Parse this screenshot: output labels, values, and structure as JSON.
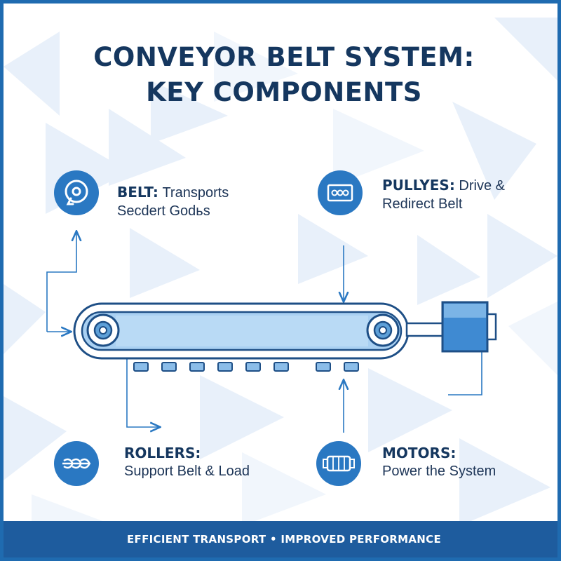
{
  "title": {
    "line1": "CONVEYOR BELT SYSTEM:",
    "line2": "KEY COMPONENTS"
  },
  "components": {
    "belt": {
      "name": "BELT:",
      "desc_line1": "Transports",
      "desc_line2": "Secdert Godьs",
      "icon": "belt-reel-icon"
    },
    "pulleys": {
      "name": "PULLYES:",
      "desc_line1": "Drive &",
      "desc_line2": "Redirect Belt",
      "icon": "pulley-panel-icon"
    },
    "rollers": {
      "name": "ROLLERS:",
      "desc_line1": "Support Belt & Load",
      "icon": "rollers-icon"
    },
    "motors": {
      "name": "MOTORS:",
      "desc_line1": "Power the System",
      "icon": "motor-icon"
    }
  },
  "footer": {
    "text": "EFFICIENT TRANSPORT • IMPROVED PERFORMANCE"
  },
  "colors": {
    "accent": "#2a78c2",
    "title": "#15375f",
    "footer_bg": "#1e5c9e",
    "belt_fill": "#a9d0f2",
    "background_triangles": "#e6eff9"
  }
}
